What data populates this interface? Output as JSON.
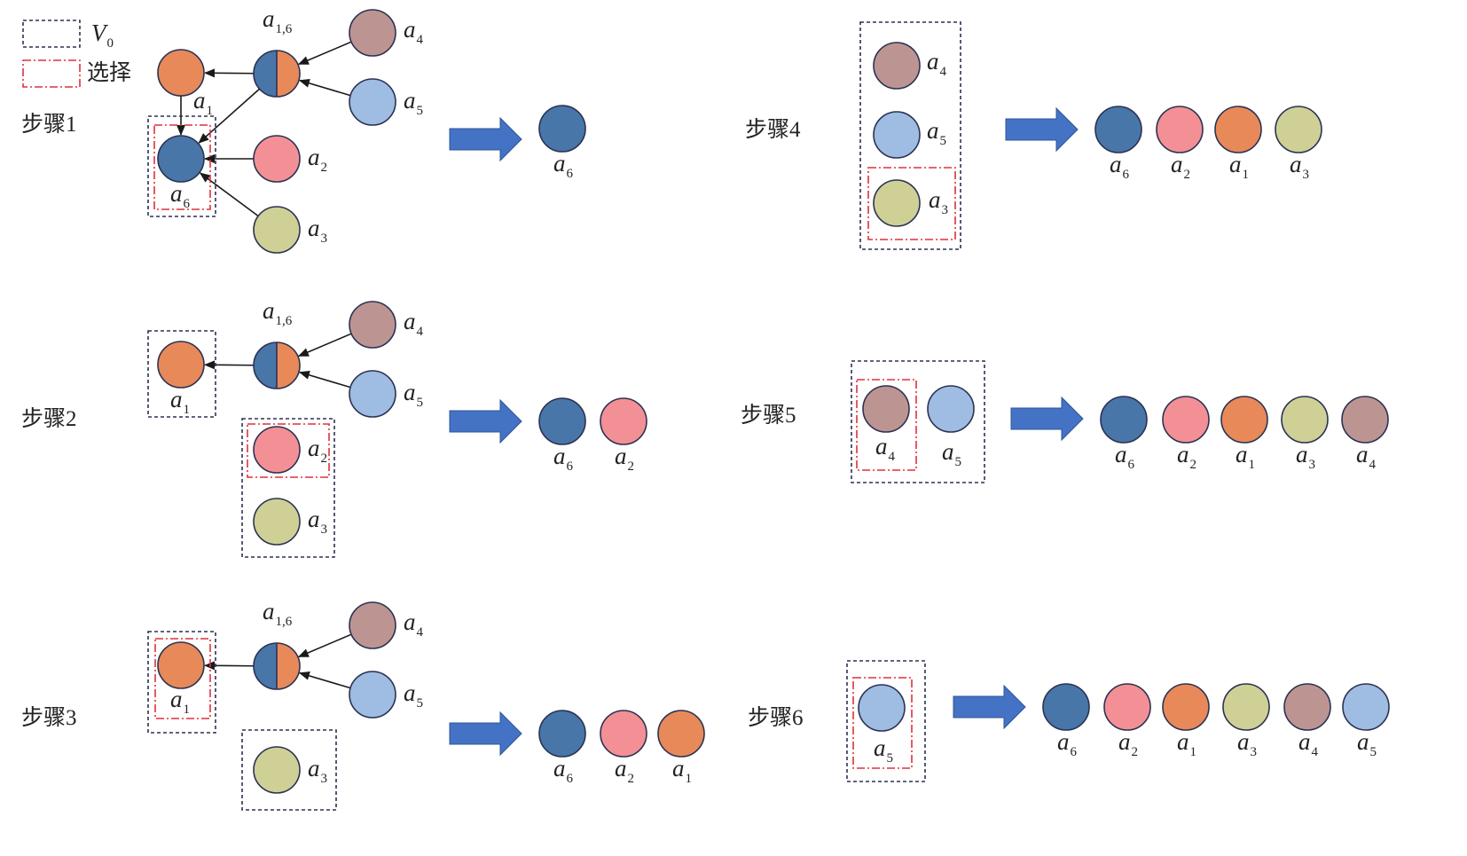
{
  "legend": {
    "v0": {
      "var": "V",
      "sub": "0"
    },
    "select_label": "选择"
  },
  "colors": {
    "a1": "#E8895A",
    "a2": "#F39096",
    "a3": "#CFD096",
    "a4": "#BC9593",
    "a5": "#9FBCE2",
    "a6": "#4876A8",
    "v0_box": "#2B3252",
    "select_box": "#E0303A",
    "big_arrow": "#4472C4",
    "edge": "#1a1a1a"
  },
  "node_labels": {
    "a1": {
      "var": "a",
      "sub": "1"
    },
    "a2": {
      "var": "a",
      "sub": "2"
    },
    "a3": {
      "var": "a",
      "sub": "3"
    },
    "a4": {
      "var": "a",
      "sub": "4"
    },
    "a5": {
      "var": "a",
      "sub": "5"
    },
    "a6": {
      "var": "a",
      "sub": "6"
    },
    "a16": {
      "var": "a",
      "sub": "1,6"
    }
  },
  "steps": [
    {
      "label": "步骤1",
      "result": [
        "a6"
      ]
    },
    {
      "label": "步骤2",
      "result": [
        "a6",
        "a2"
      ]
    },
    {
      "label": "步骤3",
      "result": [
        "a6",
        "a2",
        "a1"
      ]
    },
    {
      "label": "步骤4",
      "result": [
        "a6",
        "a2",
        "a1",
        "a3"
      ]
    },
    {
      "label": "步骤5",
      "result": [
        "a6",
        "a2",
        "a1",
        "a3",
        "a4"
      ]
    },
    {
      "label": "步骤6",
      "result": [
        "a6",
        "a2",
        "a1",
        "a3",
        "a4",
        "a5"
      ]
    }
  ]
}
